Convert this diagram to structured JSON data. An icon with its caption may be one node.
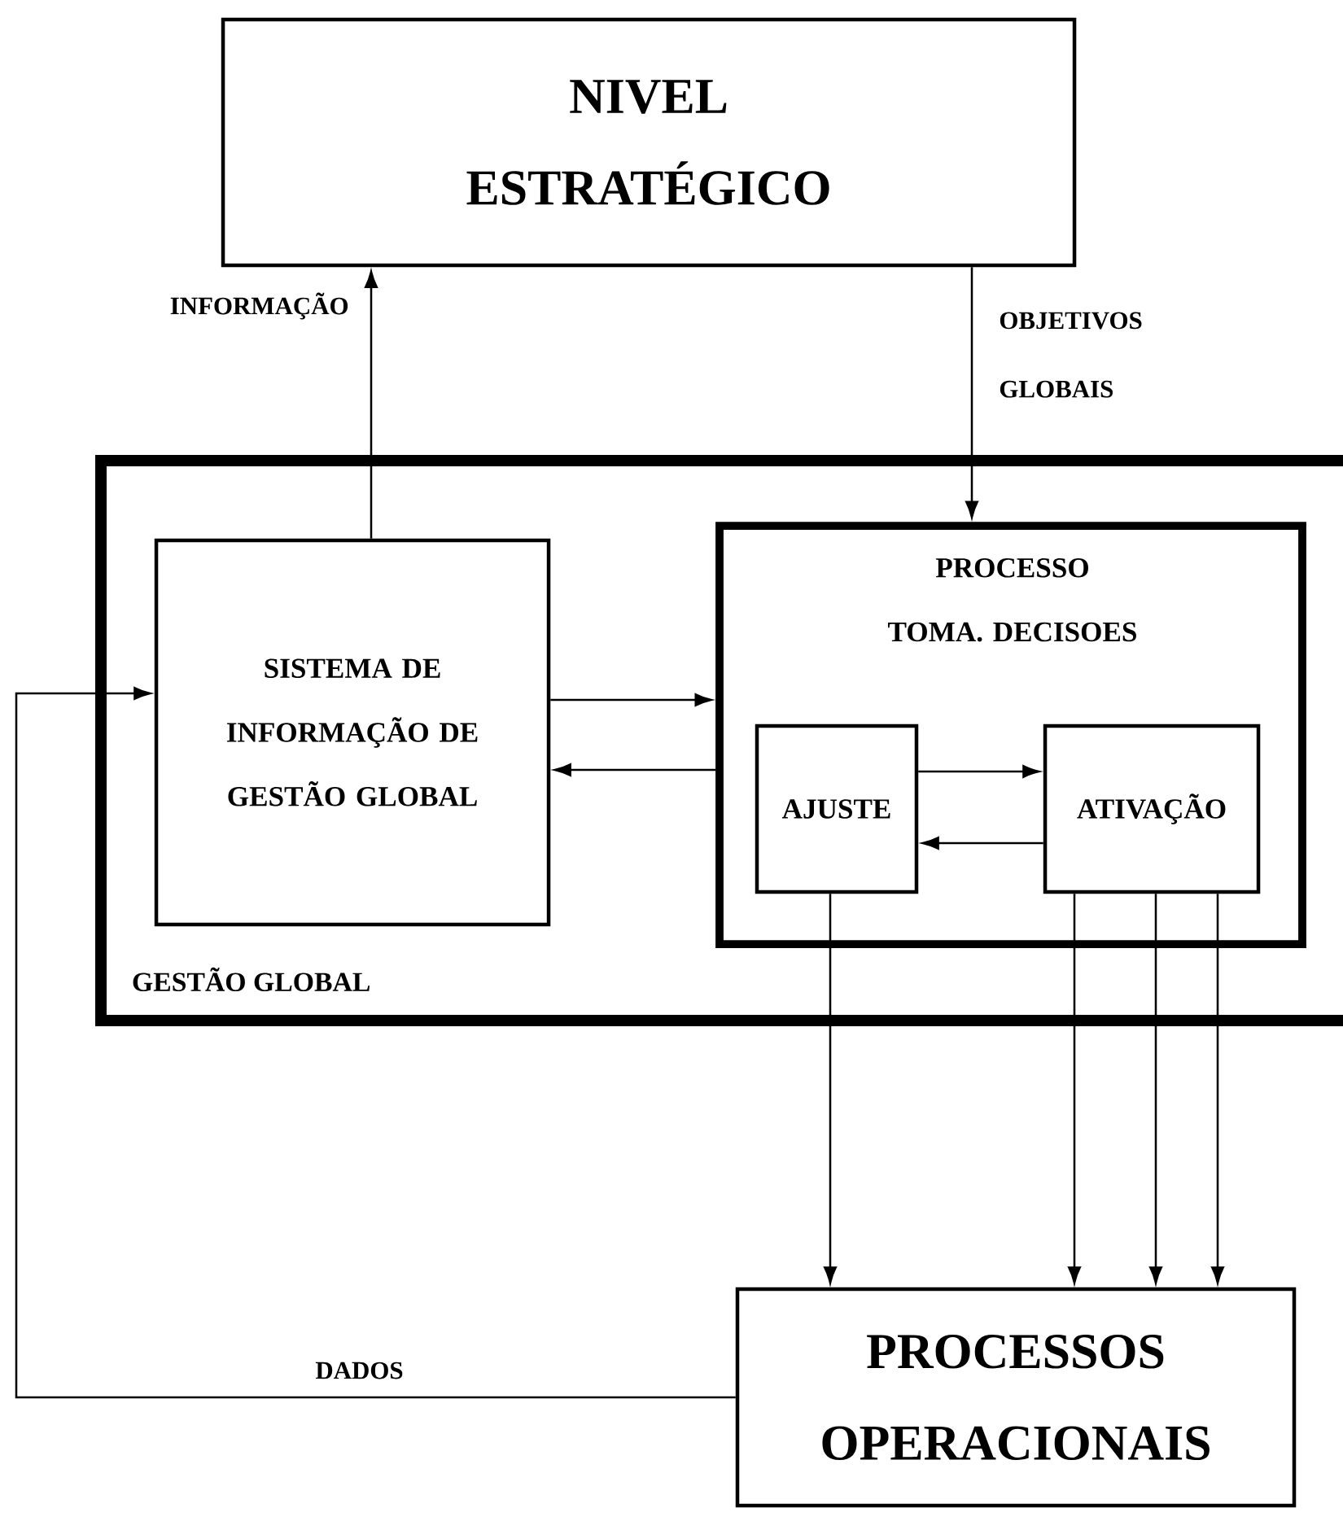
{
  "diagram": {
    "nodes": [
      {
        "text": [
          "NIVEL ESTRATÉGICO"
        ]
      },
      {
        "text": [
          "GESTÃO GLOBAL"
        ]
      },
      {
        "text": [
          "SISTEMA DE INFORMAÇÃO DE GESTÃO GLOBAL"
        ],
        "in": 1
      },
      {
        "text": [
          "PROCESSO TOMA. DECISOES"
        ],
        "in": 1
      },
      {
        "text": [
          "AJUSTE"
        ],
        "in": 3
      },
      {
        "text": [
          "ATIVAÇÃO"
        ],
        "in": 3
      },
      {
        "text": [
          "PROCESSOS OPERACIONAIS"
        ]
      }
    ],
    "edges": [
      {
        "from": 2,
        "to": 0,
        "arrow": "to",
        "label": "INFORMAÇÃO"
      },
      {
        "from": 0,
        "to": 3,
        "arrow": "to",
        "label": "OBJETIVOS GLOBAIS"
      },
      {
        "from": 2,
        "to": 3,
        "arrow": "to"
      },
      {
        "from": 3,
        "to": 2,
        "arrow": "to"
      },
      {
        "from": 4,
        "to": 5,
        "arrow": "to"
      },
      {
        "from": 5,
        "to": 4,
        "arrow": "to"
      },
      {
        "from": 4,
        "to": 6,
        "arrow": "to"
      },
      {
        "from": 5,
        "to": 6,
        "arrow": "to"
      },
      {
        "from": 5,
        "to": 6,
        "arrow": "to"
      },
      {
        "from": 5,
        "to": 6,
        "arrow": "to"
      },
      {
        "from": 6,
        "to": 2,
        "arrow": "to",
        "label": "DADOS"
      }
    ]
  }
}
